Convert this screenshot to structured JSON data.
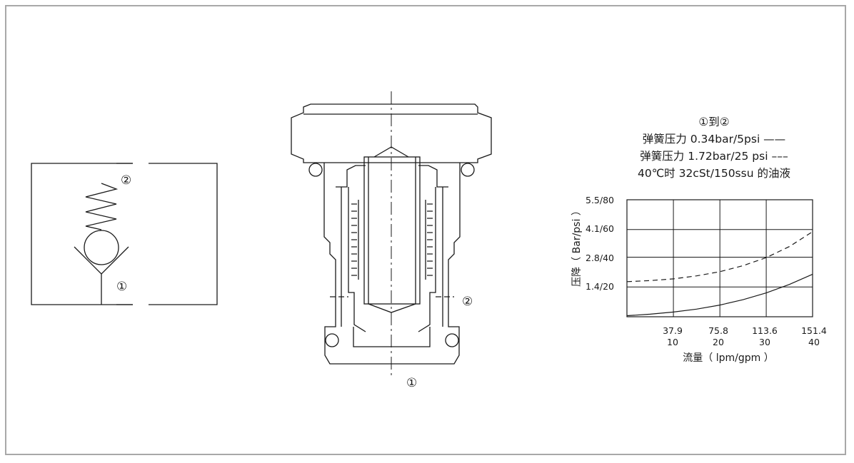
{
  "symbol": {
    "port2": "②",
    "port1": "①"
  },
  "section": {
    "port2": "②",
    "port1": "①"
  },
  "chart_data": {
    "type": "line",
    "title_lines": [
      "①到②",
      "弹簧压力 0.34bar/5psi ——",
      "弹簧压力 1.72bar/25 psi –––",
      "40℃时 32cSt/150ssu 的油液"
    ],
    "xlabel": "流量（ lpm/gpm ）",
    "ylabel": "压降（ Bar/psi ）",
    "x_ticks_lpm": [
      "37.9",
      "75.8",
      "113.6",
      "151.4"
    ],
    "x_ticks_gpm": [
      "10",
      "20",
      "30",
      "40"
    ],
    "y_ticks": [
      "1.4/20",
      "2.8/40",
      "4.1/60",
      "5.5/80"
    ],
    "xlim": [
      0,
      151.4
    ],
    "ylim": [
      0,
      5.5
    ],
    "grid": true,
    "series": [
      {
        "name": "弹簧压力 0.34bar/5psi",
        "style": "solid",
        "x": [
          0,
          18.9,
          37.9,
          56.8,
          75.8,
          94.7,
          113.6,
          132.5,
          151.4
        ],
        "y": [
          0.05,
          0.12,
          0.22,
          0.36,
          0.55,
          0.8,
          1.12,
          1.52,
          2.0
        ]
      },
      {
        "name": "弹簧压力 1.72bar/25 psi",
        "style": "dashed",
        "x": [
          0,
          18.9,
          37.9,
          56.8,
          75.8,
          94.7,
          113.6,
          132.5,
          151.4
        ],
        "y": [
          1.65,
          1.7,
          1.78,
          1.92,
          2.12,
          2.4,
          2.78,
          3.3,
          4.0
        ]
      }
    ]
  }
}
